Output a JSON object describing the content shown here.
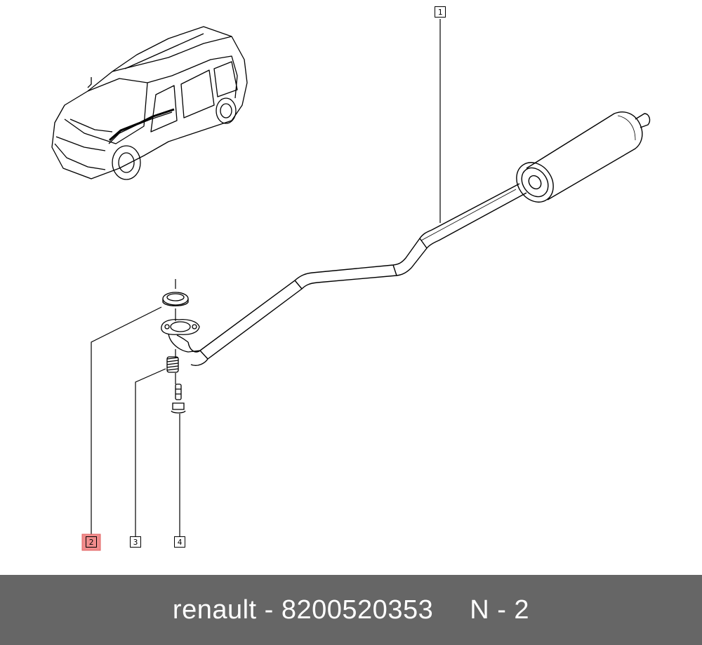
{
  "callouts": [
    {
      "label": "1"
    },
    {
      "label": "2",
      "highlighted": true
    },
    {
      "label": "3"
    },
    {
      "label": "4"
    }
  ],
  "footer": {
    "brand_part": "renault - 8200520353",
    "page_ref": "N - 2"
  },
  "colors": {
    "footer_bg": "#666666",
    "footer_text": "#ffffff",
    "highlight_fill": "#f08c8c",
    "highlight_border": "#e06060",
    "line": "#000000"
  },
  "icons": [
    "car-icon",
    "exhaust-pipe-icon",
    "muffler-icon",
    "gasket-icon",
    "spring-icon",
    "bolt-icon"
  ]
}
